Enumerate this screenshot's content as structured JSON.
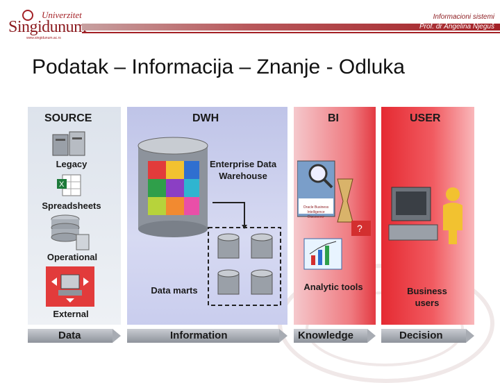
{
  "header": {
    "logo_text": "Singidunum",
    "logo_subtext": "Univerzitet",
    "logo_url": "www.singidunum.ac.rs",
    "course": "Informacioni sistemi",
    "professor": "Prof. dr Angelina Njeguš"
  },
  "slide": {
    "title": "Podatak – Informacija – Znanje - Odluka"
  },
  "diagram": {
    "panels": [
      {
        "heading": "SOURCE",
        "color": "#dde3ec"
      },
      {
        "heading": "DWH",
        "color": "#c9cdee"
      },
      {
        "heading": "BI",
        "color": "#ef7a80"
      },
      {
        "heading": "USER",
        "color": "#e52a32"
      }
    ],
    "source_items": [
      "Legacy",
      "Spreadsheets",
      "Operational",
      "External"
    ],
    "dwh": {
      "warehouse_label": "Enterprise Data Warehouse",
      "marts_label": "Data marts"
    },
    "bi": {
      "discoverer_label": "Oracle Business Intelligence Discoverer",
      "analytic_label": "Analytic tools"
    },
    "user": {
      "users_label": "Business users"
    },
    "flow": [
      "Data",
      "Information",
      "Knowledge",
      "Decision"
    ]
  }
}
